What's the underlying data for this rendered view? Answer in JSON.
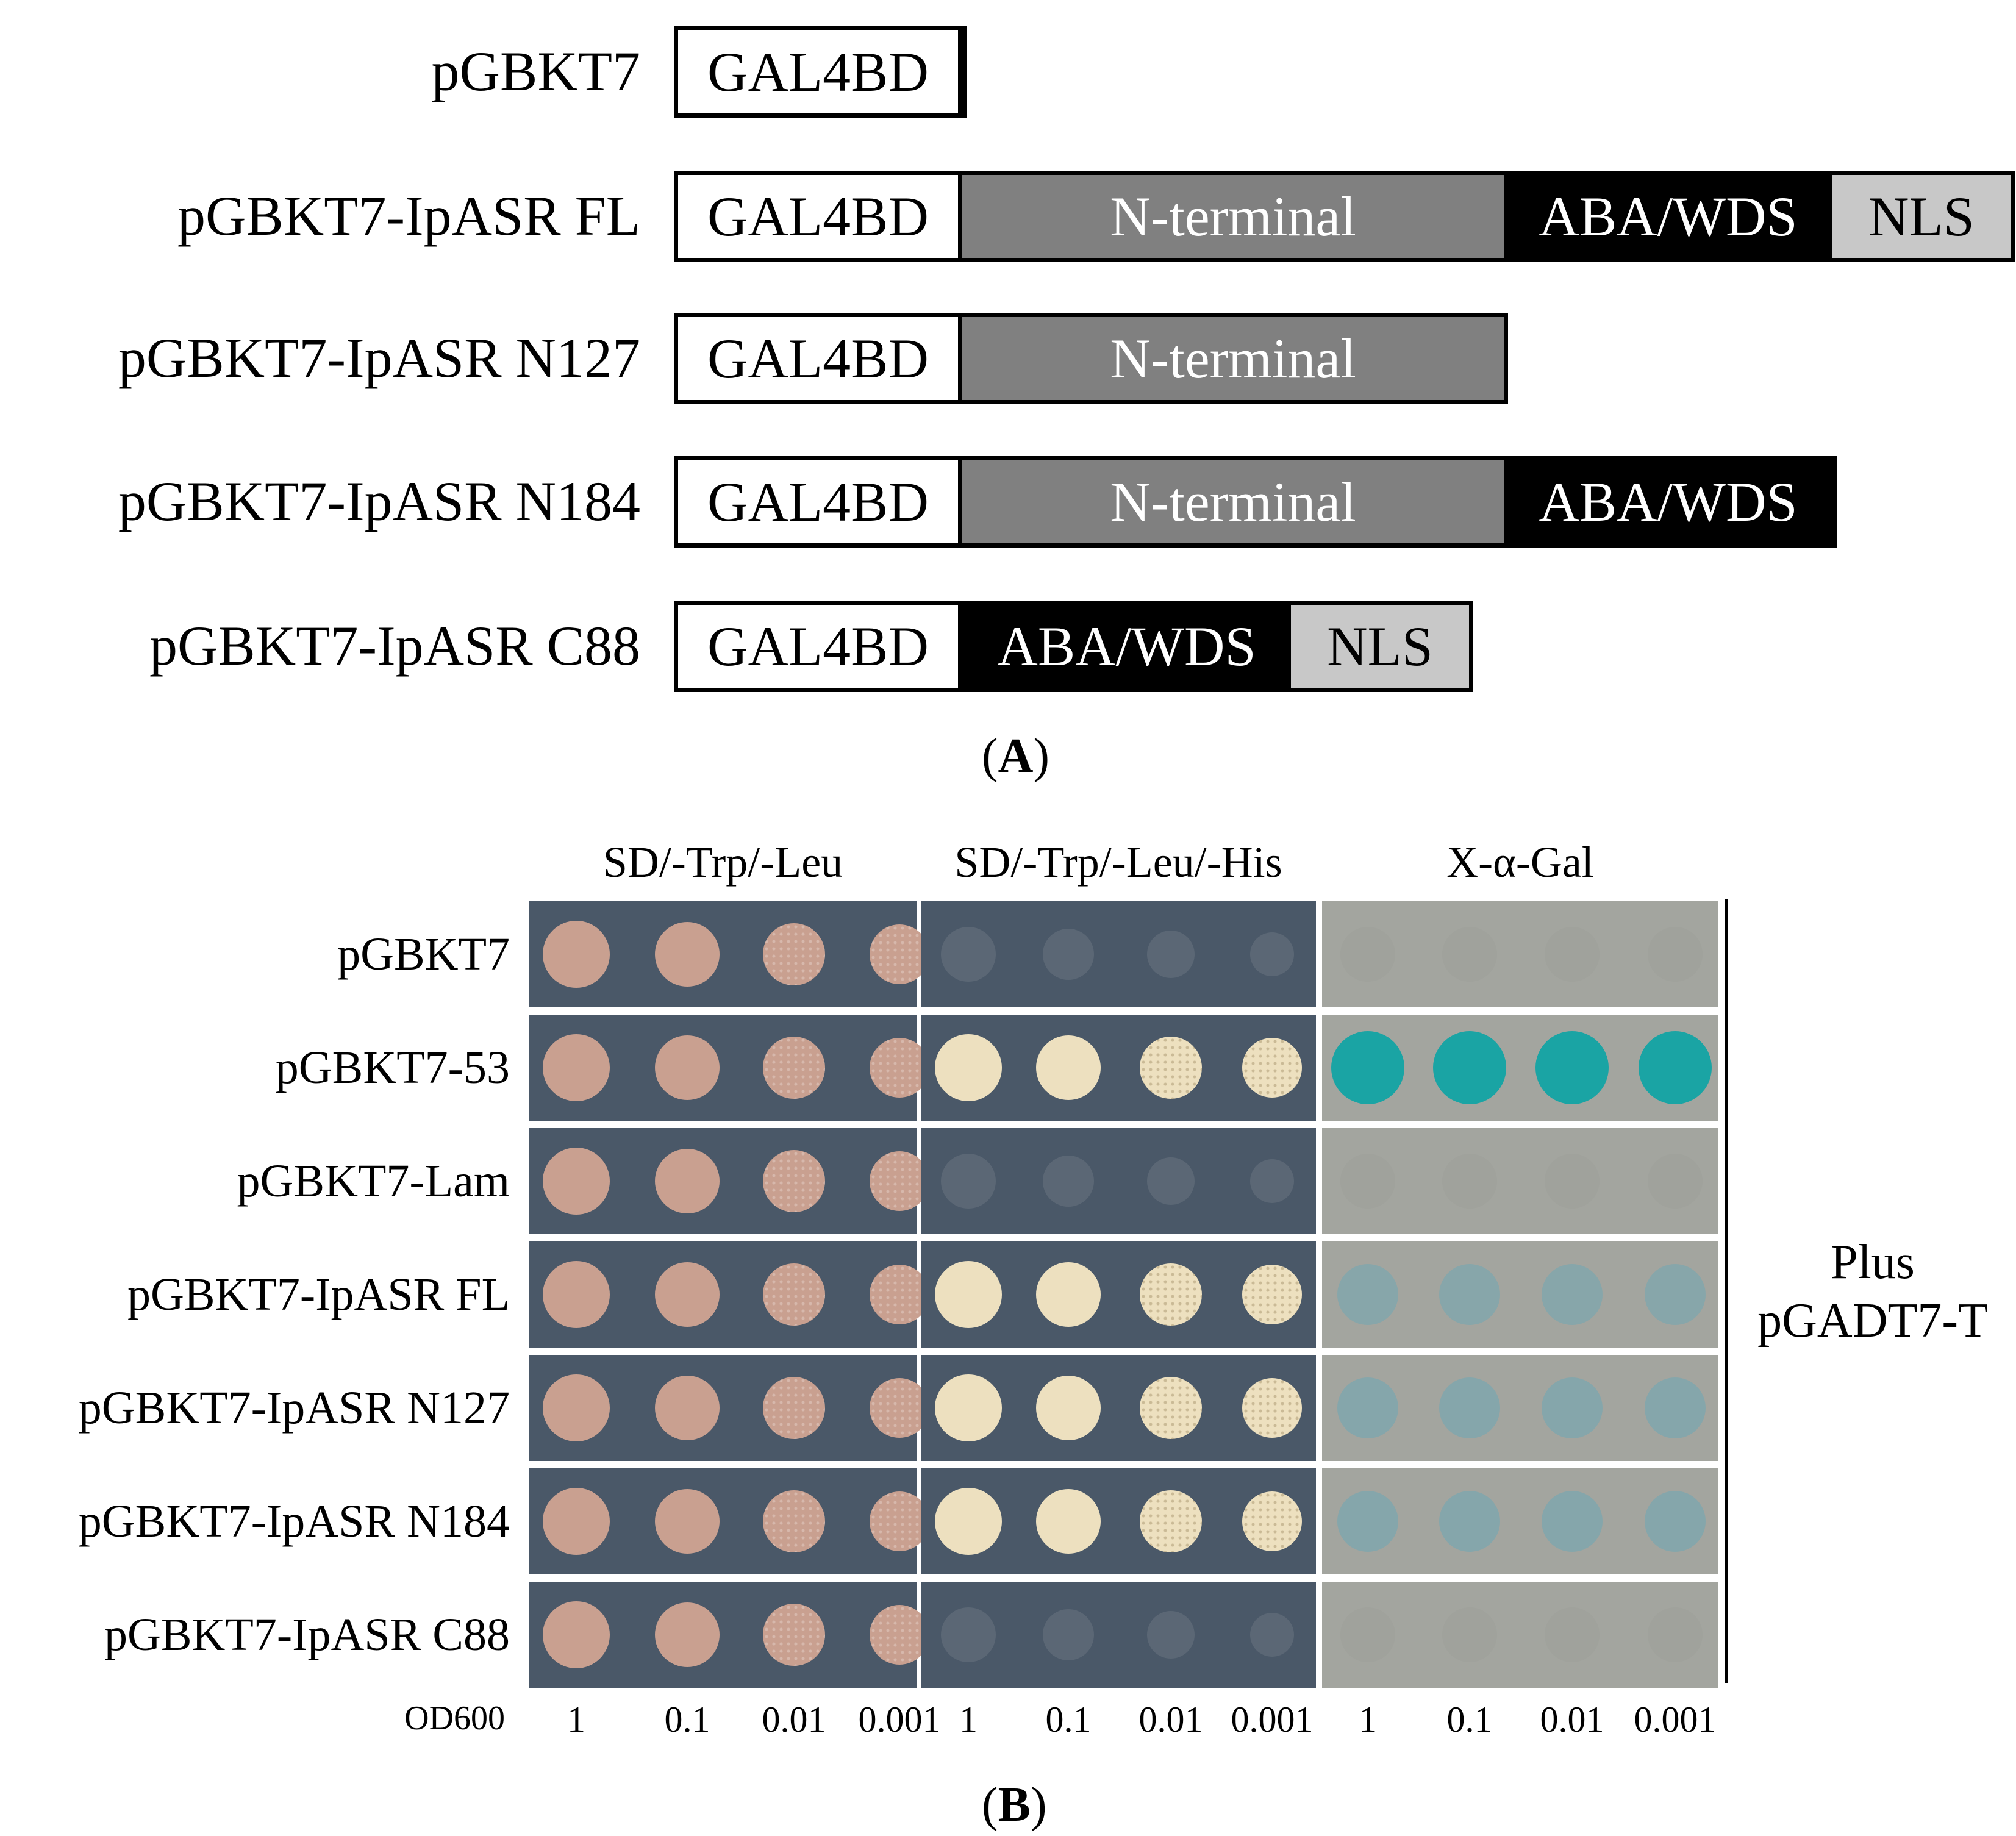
{
  "panel_a": {
    "constructs": [
      {
        "label": "pGBKT7",
        "domains": [
          {
            "name": "GAL4BD",
            "kind": "gal",
            "length_aa": 147
          }
        ]
      },
      {
        "label": "pGBKT7-IpASR FL",
        "domains": [
          {
            "name": "GAL4BD",
            "kind": "gal",
            "length_aa": 147
          },
          {
            "name": "N-terminal",
            "kind": "nterm",
            "length_aa": 280
          },
          {
            "name": "ABA/WDS",
            "kind": "aba",
            "length_aa": 170
          },
          {
            "name": "NLS",
            "kind": "nls",
            "length_aa": 92
          }
        ]
      },
      {
        "label": "pGBKT7-IpASR N127",
        "domains": [
          {
            "name": "GAL4BD",
            "kind": "gal",
            "length_aa": 147
          },
          {
            "name": "N-terminal",
            "kind": "nterm",
            "length_aa": 280
          }
        ]
      },
      {
        "label": "pGBKT7-IpASR N184",
        "domains": [
          {
            "name": "GAL4BD",
            "kind": "gal",
            "length_aa": 147
          },
          {
            "name": "N-terminal",
            "kind": "nterm",
            "length_aa": 280
          },
          {
            "name": "ABA/WDS",
            "kind": "aba",
            "length_aa": 170
          }
        ]
      },
      {
        "label": "pGBKT7-IpASR C88",
        "domains": [
          {
            "name": "GAL4BD",
            "kind": "gal",
            "length_aa": 147
          },
          {
            "name": "ABA/WDS",
            "kind": "aba",
            "length_aa": 170
          },
          {
            "name": "NLS",
            "kind": "nls",
            "length_aa": 92
          }
        ]
      }
    ],
    "panel_label": "A"
  },
  "panel_b": {
    "media": [
      "SD/-Trp/-Leu",
      "SD/-Trp/-Leu/-His",
      "X-α-Gal"
    ],
    "rows": [
      "pGBKT7",
      "pGBKT7-53",
      "pGBKT7-Lam",
      "pGBKT7-IpASR FL",
      "pGBKT7-IpASR N127",
      "pGBKT7-IpASR N184",
      "pGBKT7-IpASR C88"
    ],
    "od_title": "OD600",
    "dilutions": [
      "1",
      "0.1",
      "0.01",
      "0.001"
    ],
    "plus_label_line1": "Plus",
    "plus_label_line2": "pGADT7-T",
    "panel_label": "B",
    "growth": {
      "SD/-Trp/-Leu": [
        [
          1,
          1,
          1,
          1
        ],
        [
          1,
          1,
          1,
          1
        ],
        [
          1,
          1,
          1,
          1
        ],
        [
          1,
          1,
          1,
          1
        ],
        [
          1,
          1,
          1,
          1
        ],
        [
          1,
          1,
          1,
          1
        ],
        [
          1,
          1,
          1,
          1
        ]
      ],
      "SD/-Trp/-Leu/-His": [
        [
          0.1,
          0.1,
          0.1,
          0.1
        ],
        [
          1,
          1,
          1,
          1
        ],
        [
          0.05,
          0.05,
          0.05,
          0.05
        ],
        [
          1,
          1,
          1,
          1
        ],
        [
          1,
          1,
          1,
          1
        ],
        [
          1,
          1,
          1,
          1
        ],
        [
          0.1,
          0.1,
          0.1,
          0.1
        ]
      ],
      "X-α-Gal": [
        [
          0,
          0,
          0,
          0
        ],
        [
          1,
          1,
          1,
          1
        ],
        [
          0,
          0,
          0,
          0
        ],
        [
          0.5,
          0.5,
          0.5,
          0.5
        ],
        [
          0.6,
          0.6,
          0.6,
          0.6
        ],
        [
          0.6,
          0.6,
          0.6,
          0.6
        ],
        [
          0,
          0,
          0,
          0
        ]
      ]
    },
    "colors": {
      "plate_blue": "#4a5868",
      "plate_gray": "#a3a59f",
      "colony_pink": "#c9a090",
      "colony_cream": "#ede0bf",
      "colony_faint": "#5d6977",
      "blue_stain": "#1aa4a4",
      "light_blue_stain": "#7fa6ad"
    }
  }
}
